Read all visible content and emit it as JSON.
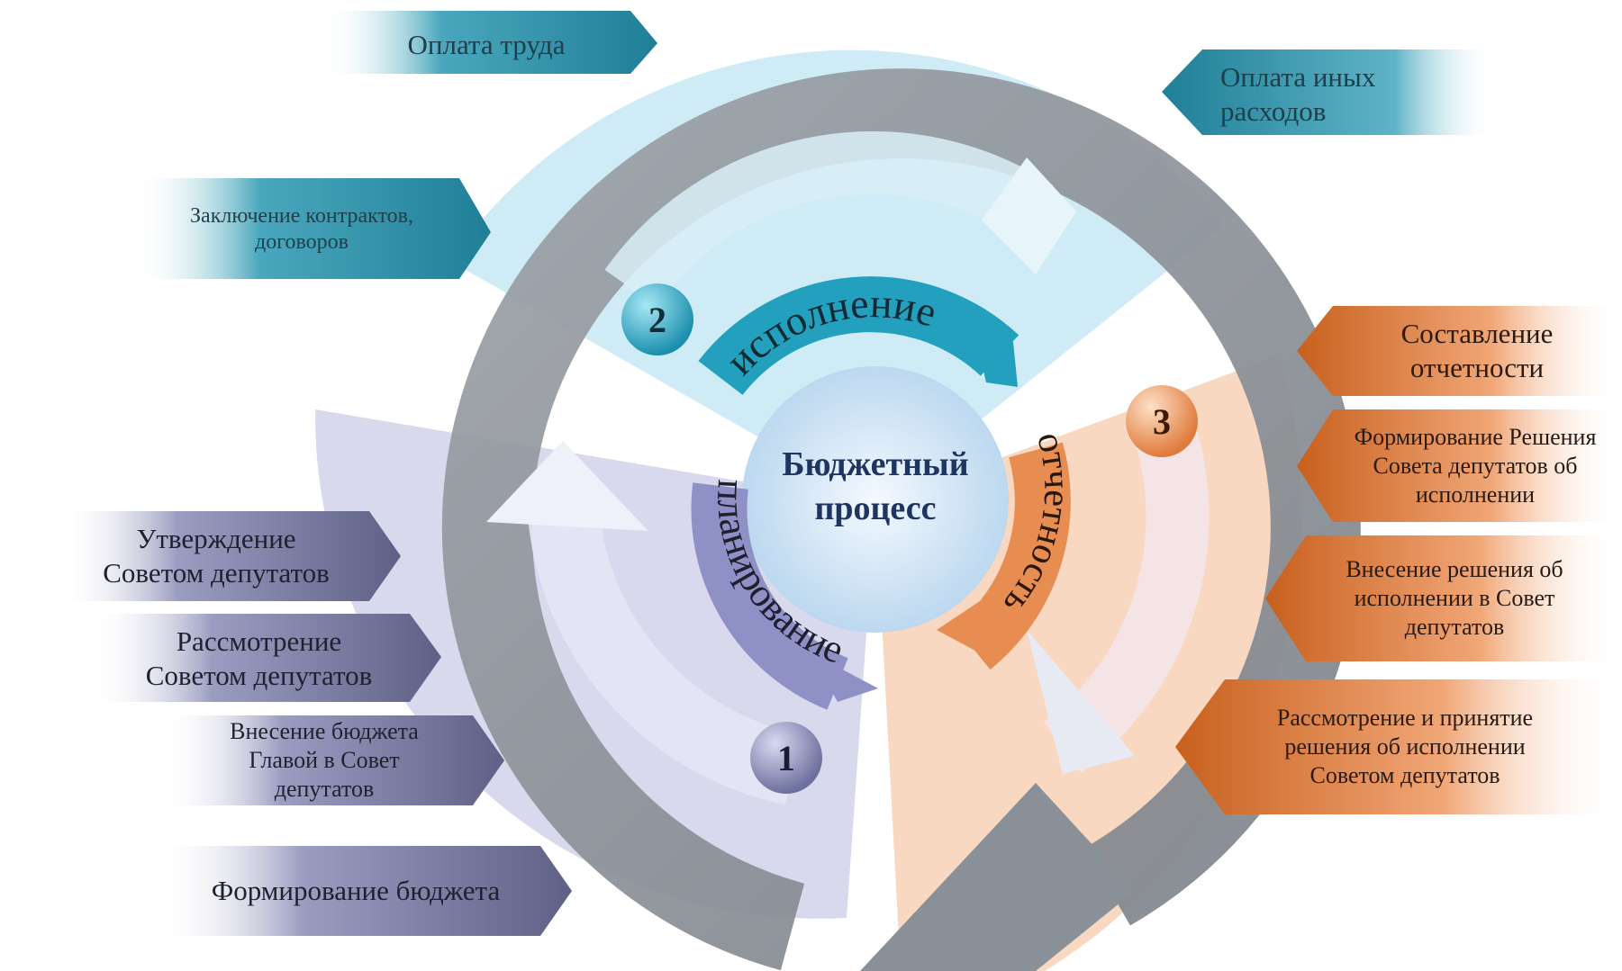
{
  "center": {
    "line1": "Бюджетный",
    "line2": "процесс"
  },
  "stages": [
    {
      "number": "1",
      "name": "планирование",
      "color": "#8c8cc4"
    },
    {
      "number": "2",
      "name": "исполнение",
      "color": "#2aa4bf"
    },
    {
      "number": "3",
      "name": "отчетность",
      "color": "#e38a55"
    }
  ],
  "labels": {
    "oplata_truda": "Оплата труда",
    "oplata_inyh": "Оплата иных\nрасходов",
    "zaklyuchenie": "Заключение контрактов,\nдоговоров",
    "utverzhdenie": "Утверждение\nСоветом депутатов",
    "rassmotrenie": "Рассмотрение\nСоветом депутатов",
    "vnesenie_byudzheta": "Внесение бюджета\nГлавой в Совет\nдепутатов",
    "formirovanie_byudzheta": "Формирование бюджета",
    "sostavlenie": "Составление\nотчетности",
    "formirovanie_resheniya": "Формирование Решения\nСовета депутатов об\nисполнении",
    "vnesenie_resheniya": "Внесение решения об\nисполнении в Совет\nдепутатов",
    "rassmotrenie_prinyatie": "Рассмотрение и принятие\nрешения об исполнении\nСоветом депутатов"
  },
  "colors": {
    "ring": "#8f959c",
    "teal": "#2b8fa6",
    "violet": "#7a7ca8",
    "orange": "#d9742f",
    "center": "#d7e9f8"
  }
}
